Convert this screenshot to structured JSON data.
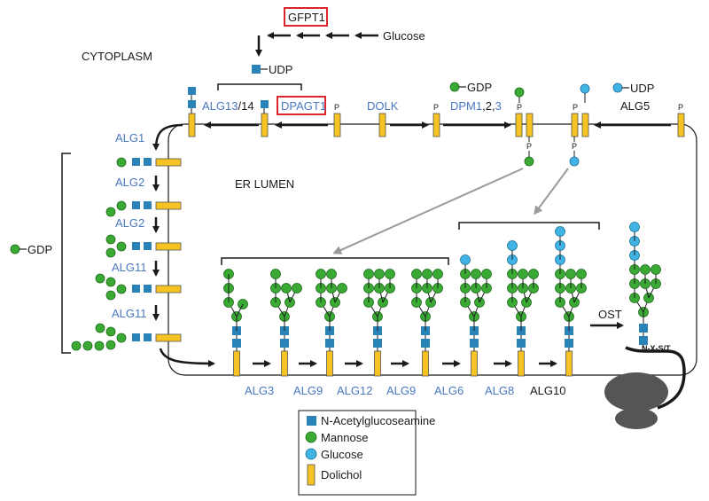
{
  "colors": {
    "glcnac": "#2a83b6",
    "mannose": "#3aaa35",
    "glucose": "#3fb4e5",
    "dolichol": "#f7c323",
    "enzyme_blue": "#4a78c2",
    "highlight_box": "#d9262e"
  },
  "labels": {
    "glucose": "Glucose",
    "gfpt1": "GFPT1",
    "cytoplasm": "CYTOPLASM",
    "udp_top": "UDP",
    "gdp_top": "GDP",
    "udp_right": "UDP",
    "gdp_left": "GDP",
    "er_lumen": "ER LUMEN",
    "ost": "OST",
    "nxst": "N-X-S/T",
    "p": "P"
  },
  "top_enzymes": {
    "alg13": "ALG13",
    "alg14": "/14",
    "dpagt1": "DPAGT1",
    "dolk": "DOLK",
    "dpm1": "DPM1",
    "dpm_rest": ",2,",
    "dpm3": "3",
    "alg5": "ALG5"
  },
  "left_enzymes": [
    "ALG1",
    "ALG2",
    "ALG2",
    "ALG11",
    "ALG11"
  ],
  "bottom_enzymes": [
    "ALG3",
    "ALG9",
    "ALG12",
    "ALG9",
    "ALG6",
    "ALG8",
    "ALG10"
  ],
  "legend": [
    {
      "label": "N-Acetylglucoseamine",
      "symbol": "glcnac"
    },
    {
      "label": "Mannose",
      "symbol": "mannose"
    },
    {
      "label": "Glucose",
      "symbol": "glucose"
    },
    {
      "label": "Dolichol",
      "symbol": "dolichol"
    }
  ]
}
